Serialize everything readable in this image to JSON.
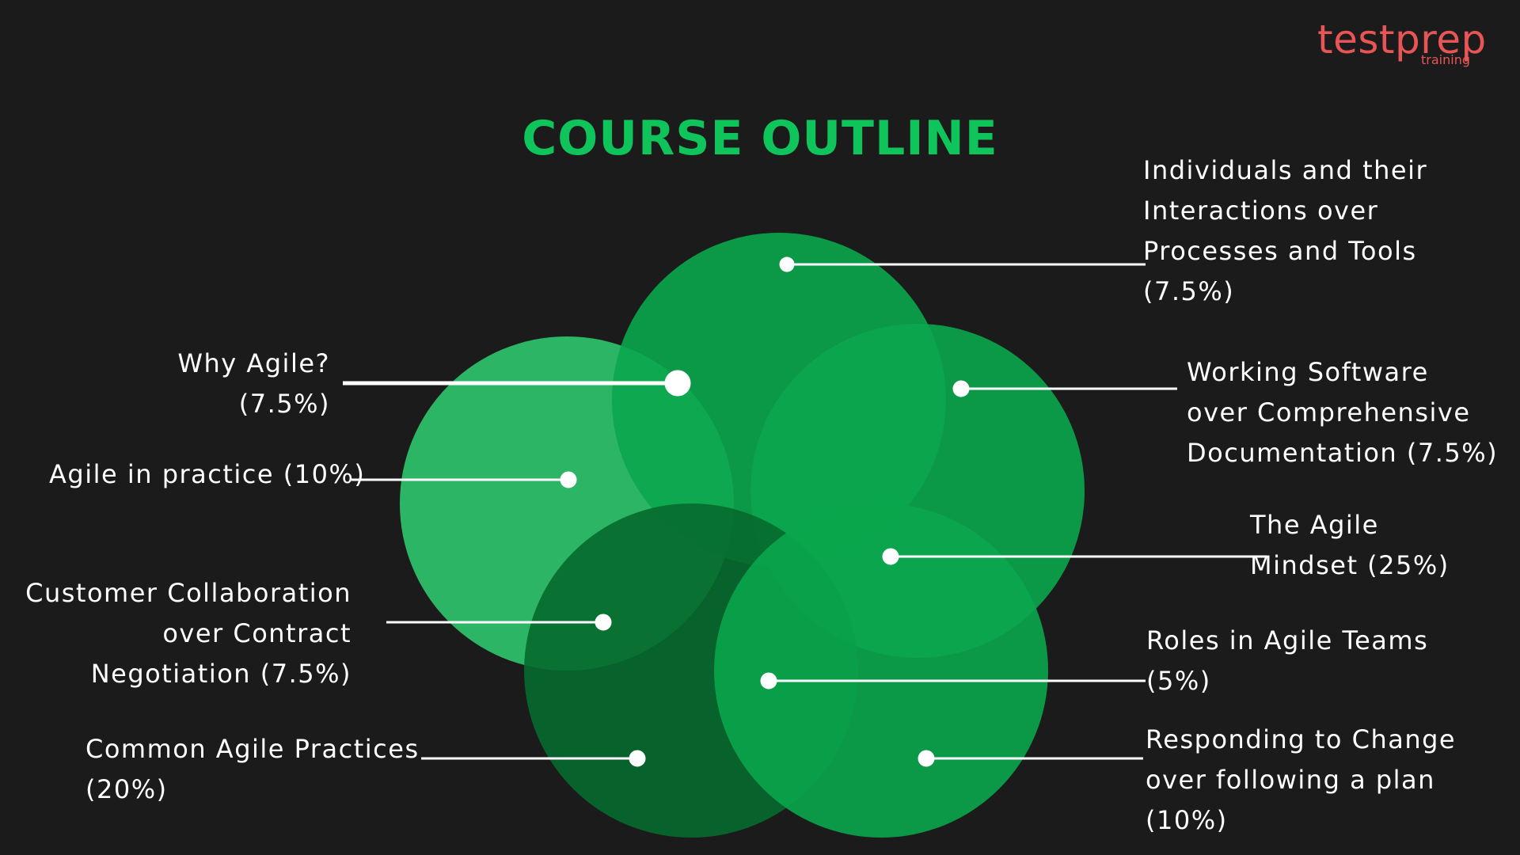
{
  "logo": {
    "main": "testprep",
    "sub": "training",
    "color": "#e85557"
  },
  "title": "COURSE OUTLINE",
  "colors": {
    "background": "#1b1b1b",
    "title": "#0fc45a",
    "circle_top": "#0aa64c",
    "circle_left": "#2fc66d",
    "circle_right": "#0aa64c",
    "circle_bottom_left": "#066a2e",
    "circle_bottom_right": "#0aa64c",
    "leader_lines": "#ffffff"
  },
  "topics": {
    "individuals": "Individuals and their\nInteractions over\nProcesses and Tools\n(7.5%)",
    "why_agile": "Why Agile?\n(7.5%)",
    "working_software": "Working Software\nover Comprehensive\nDocumentation (7.5%)",
    "agile_in_practice": "Agile in practice (10%)",
    "agile_mindset": "The Agile\nMindset (25%)",
    "customer_collaboration": "Customer Collaboration\nover Contract\nNegotiation (7.5%)",
    "roles": "Roles in Agile Teams\n(5%)",
    "common_practices": "Common Agile Practices\n(20%)",
    "responding_change": "Responding to Change\nover following a plan\n(10%)"
  }
}
